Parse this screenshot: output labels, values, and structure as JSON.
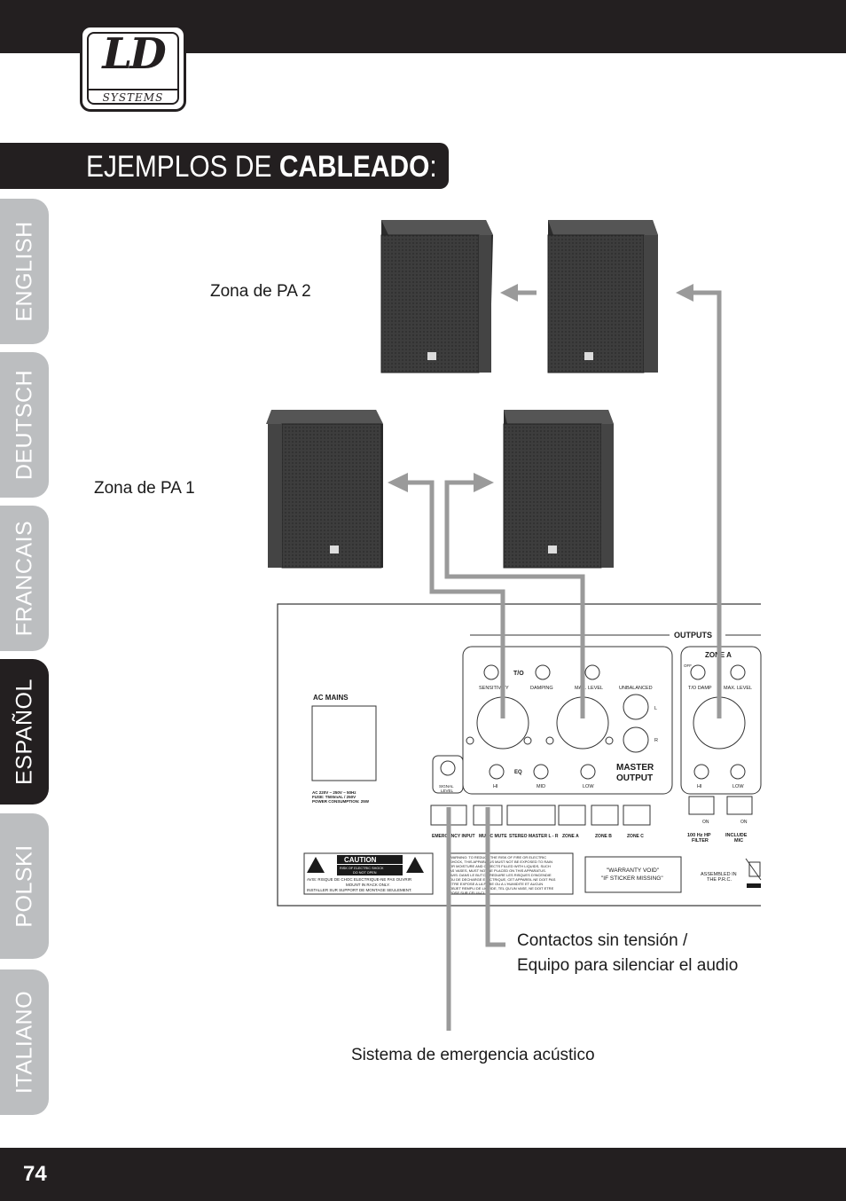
{
  "logo": {
    "brand": "LD",
    "sub": "SYSTEMS"
  },
  "heading": {
    "regular": "EJEMPLOS DE ",
    "bold": "CABLEADO",
    "suffix": ":"
  },
  "tabs": [
    {
      "label": "ENGLISH",
      "active": false
    },
    {
      "label": "DEUTSCH",
      "active": false
    },
    {
      "label": "FRANCAIS",
      "active": false
    },
    {
      "label": "ESPAÑOL",
      "active": true
    },
    {
      "label": "POLSKI",
      "active": false
    },
    {
      "label": "ITALIANO",
      "active": false
    }
  ],
  "diagram": {
    "zone2_label": "Zona de PA 2",
    "zone1_label": "Zona de PA 1",
    "contacts_line1": "Contactos sin tensión /",
    "contacts_line2": "Equipo para silenciar el audio",
    "emergency_label": "Sistema de emergencia acústico",
    "panel": {
      "ac_mains": "AC MAINS",
      "ac_spec": [
        "AC 220V ~ 250V ~ 50Hz",
        "FUSE: T500mAL / 250V",
        "POWER CONSUMPTION: 25W"
      ],
      "outputs": "OUTPUTS",
      "zone_a": "ZONE A",
      "to": "T/O",
      "sensitivity": "SENSITIVITY",
      "damping": "DAMPING",
      "max_level": "MAX. LEVEL",
      "unbalanced": "UNBALANCED",
      "eq": "EQ",
      "hi": "HI",
      "mid": "MID",
      "low": "LOW",
      "master_output": [
        "MASTER",
        "OUTPUT"
      ],
      "to_damp": "T/O DAMP",
      "off": "OFF",
      "l": "L",
      "r": "R",
      "signal_level": [
        "SIGNAL",
        "LEVEL"
      ],
      "terminals": [
        "EMERGENCY INPUT",
        "MUSIC MUTE",
        "STEREO MASTER L - R",
        "ZONE A",
        "ZONE B",
        "ZONE C"
      ],
      "hp_filter": [
        "100 Hz HP",
        "FILTER"
      ],
      "include_mic": [
        "INCLUDE",
        "MIC"
      ],
      "on": "ON",
      "caution": "CAUTION",
      "caution_sub": [
        "RISK OF ELECTRIC SHOCK",
        "DO NOT OPEN"
      ],
      "avis": "AVIS: RISQUE DE CHOC ELECTRIQUE-NE PAS OUVRIR",
      "mount": [
        "MOUNT IN RACK ONLY.",
        "INSTALLER SUR SUPPORT DE MONTAGE SEULEMENT."
      ],
      "warning_lines": [
        "WARNING: TO REDUCE THE RISK OF FIRE OR ELECTRIC",
        "SHOCK, THIS APPARATUS MUST NOT BE EXPOSED TO RAIN",
        "OR MOISTURE AND OBJECTS FILLED WITH LIQUIDS, SUCH",
        "AS VASES, MUST NOT BE PLACED ON THIS APPARATUS.",
        "AVIS: DANS LE BUT DE REDUIRE LES RISQUES D'INCENDIE",
        "OU DE DECHARGE ELECTRIQUE, CET APPAREIL NE DOIT PAS",
        "ETRE EXPOSE A LA PLUIE OU A L'HUMIDITE ET AUCUN",
        "OBJET REMPLI DE LIQUIDE, TEL QU'UN VASE, NE DOIT ETRE",
        "POSE SUR CELUI-CI."
      ],
      "warranty": [
        "\"WARRANTY VOID\"",
        "\"IF STICKER MISSING\""
      ],
      "assembled": [
        "ASSEMBLED IN",
        "THE P.R.C."
      ]
    }
  },
  "page_number": "74",
  "colors": {
    "bar": "#231f20",
    "tab": "#bcbec0",
    "cable": "#9a9a9a",
    "speaker": "#3a3a3a"
  }
}
